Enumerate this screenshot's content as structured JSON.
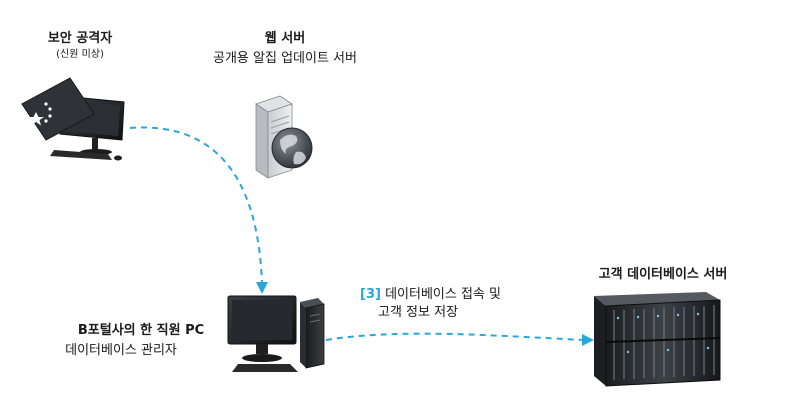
{
  "attacker": {
    "title": "보안 공격자",
    "subtitle": "(신원 미상)"
  },
  "web_server": {
    "title": "웹 서버",
    "subtitle": "공개용 알집 업데이트 서버"
  },
  "employee_pc": {
    "title": "B포털사의 한 직원 PC",
    "subtitle": "데이터베이스 관리자"
  },
  "db_server": {
    "title": "고객 데이터베이스 서버"
  },
  "connection": {
    "step": "[3]",
    "line1": "데이터베이스 접속 및",
    "line2": "고객 정보 저장"
  },
  "colors": {
    "arrow": "#2aa7d8",
    "step": "#2aa7d8",
    "text": "#1a1a1a"
  },
  "icons": [
    "attacker-computer-icon",
    "flag-icon",
    "web-server-globe-icon",
    "desktop-pc-icon",
    "blade-server-rack-icon"
  ]
}
